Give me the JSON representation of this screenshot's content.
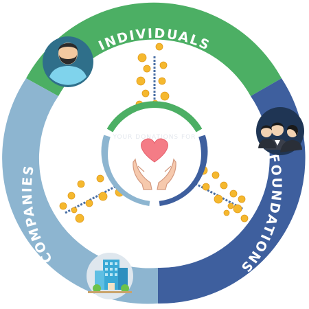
{
  "segments": {
    "individuals": {
      "label": "INDIVIDUALS",
      "color": "#4caf64"
    },
    "foundations": {
      "label": "FOUNDATIONS",
      "color": "#3e5f9e"
    },
    "companies": {
      "label": "COMPANIES",
      "color": "#8db5d0"
    }
  },
  "center": {
    "watermark": "YOUR DONATIONS FOR",
    "icon": "heart-in-hands-icon"
  },
  "icons": {
    "individuals": "man-avatar-icon",
    "foundations": "group-avatar-icon",
    "companies": "office-building-icon",
    "flows": "coin-chain-icon"
  },
  "colors": {
    "coin": "#f5b82e",
    "heart": "#f47c86",
    "hands": "#f6c9ad"
  }
}
